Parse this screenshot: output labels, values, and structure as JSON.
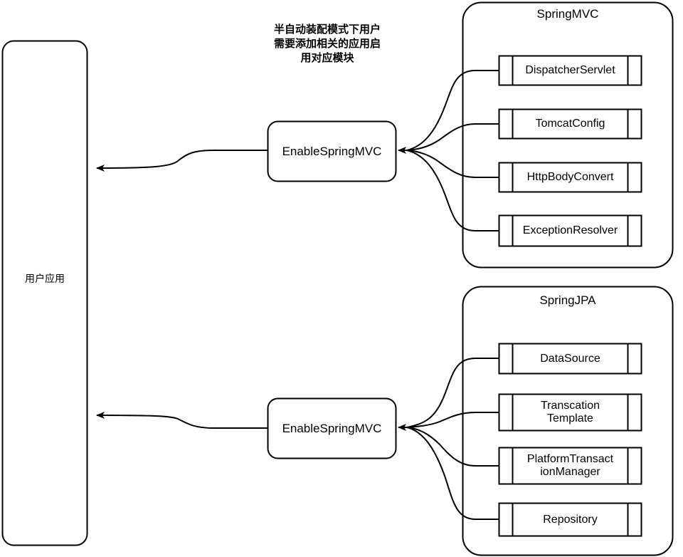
{
  "diagram": {
    "title_note": "半自动装配模式下用户\n需要添加相关的应用启\n用对应模块",
    "user_app": {
      "label": "用户应用"
    },
    "groups": [
      {
        "name": "springmvc-group",
        "title": "SpringMVC",
        "entry_point": "EnableSpringMVC",
        "modules": [
          {
            "name": "dispatcher-servlet",
            "label": "DispatcherServlet"
          },
          {
            "name": "tomcat-config",
            "label": "TomcatConfig"
          },
          {
            "name": "http-body-convert",
            "label": "HttpBodyConvert"
          },
          {
            "name": "exception-resolver",
            "label": "ExceptionResolver"
          }
        ]
      },
      {
        "name": "springjpa-group",
        "title": "SpringJPA",
        "entry_point": "EnableSpringMVC",
        "modules": [
          {
            "name": "data-source",
            "label": "DataSource"
          },
          {
            "name": "transcation-template",
            "label": "Transcation\nTemplate"
          },
          {
            "name": "platform-transaction-manager",
            "label": "PlatformTransact\nionManager"
          },
          {
            "name": "repository",
            "label": "Repository"
          }
        ]
      }
    ],
    "style": {
      "stroke": "#000000",
      "fill": "#ffffff",
      "text": "#000000"
    }
  }
}
